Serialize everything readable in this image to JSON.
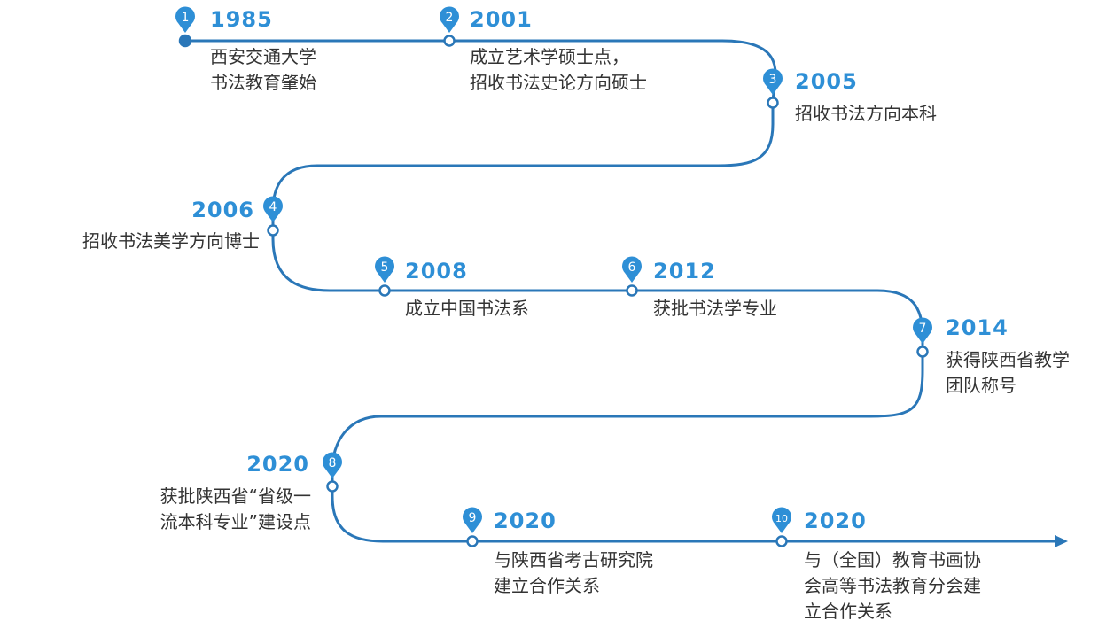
{
  "colors": {
    "line": "#2a77b8",
    "marker": "#2e8fd6",
    "year": "#2e8fd6",
    "text": "#333333"
  },
  "events": [
    {
      "num": "1",
      "year": "1985",
      "lines": [
        "西安交通大学",
        "书法教育肇始"
      ]
    },
    {
      "num": "2",
      "year": "2001",
      "lines": [
        "成立艺术学硕士点，",
        "招收书法史论方向硕士"
      ]
    },
    {
      "num": "3",
      "year": "2005",
      "lines": [
        "招收书法方向本科"
      ]
    },
    {
      "num": "4",
      "year": "2006",
      "lines": [
        "招收书法美学方向博士"
      ]
    },
    {
      "num": "5",
      "year": "2008",
      "lines": [
        "成立中国书法系"
      ]
    },
    {
      "num": "6",
      "year": "2012",
      "lines": [
        "获批书法学专业"
      ]
    },
    {
      "num": "7",
      "year": "2014",
      "lines": [
        "获得陕西省教学",
        "团队称号"
      ]
    },
    {
      "num": "8",
      "year": "2020",
      "lines": [
        "获批陕西省“省级一",
        "流本科专业”建设点"
      ]
    },
    {
      "num": "9",
      "year": "2020",
      "lines": [
        "与陕西省考古研究院",
        "建立合作关系"
      ]
    },
    {
      "num": "10",
      "year": "2020",
      "lines": [
        "与（全国）教育书画协",
        "会高等书法教育分会建",
        "立合作关系"
      ]
    }
  ]
}
